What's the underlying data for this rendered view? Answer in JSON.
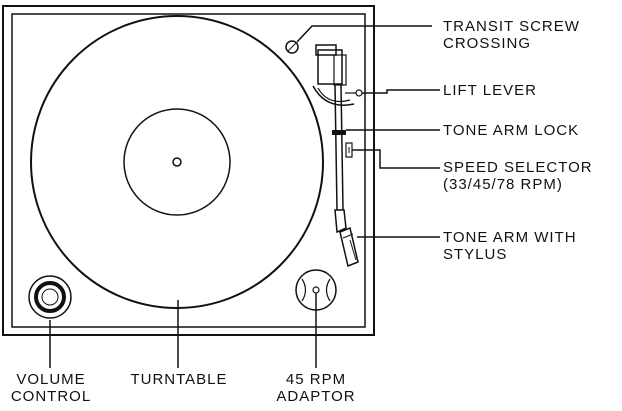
{
  "labels": {
    "transit_screw": [
      "TRANSIT SCREW",
      "CROSSING"
    ],
    "lift_lever": [
      "LIFT LEVER"
    ],
    "tone_arm_lock": [
      "TONE ARM LOCK"
    ],
    "speed_selector": [
      "SPEED SELECTOR",
      "(33/45/78 RPM)"
    ],
    "tone_arm_stylus": [
      "TONE ARM WITH",
      "STYLUS"
    ],
    "volume_control": [
      "VOLUME",
      "CONTROL"
    ],
    "turntable": [
      "TURNTABLE"
    ],
    "adaptor": [
      "45 RPM",
      "ADAPTOR"
    ]
  },
  "colors": {
    "line": "#111111",
    "background": "#ffffff"
  }
}
